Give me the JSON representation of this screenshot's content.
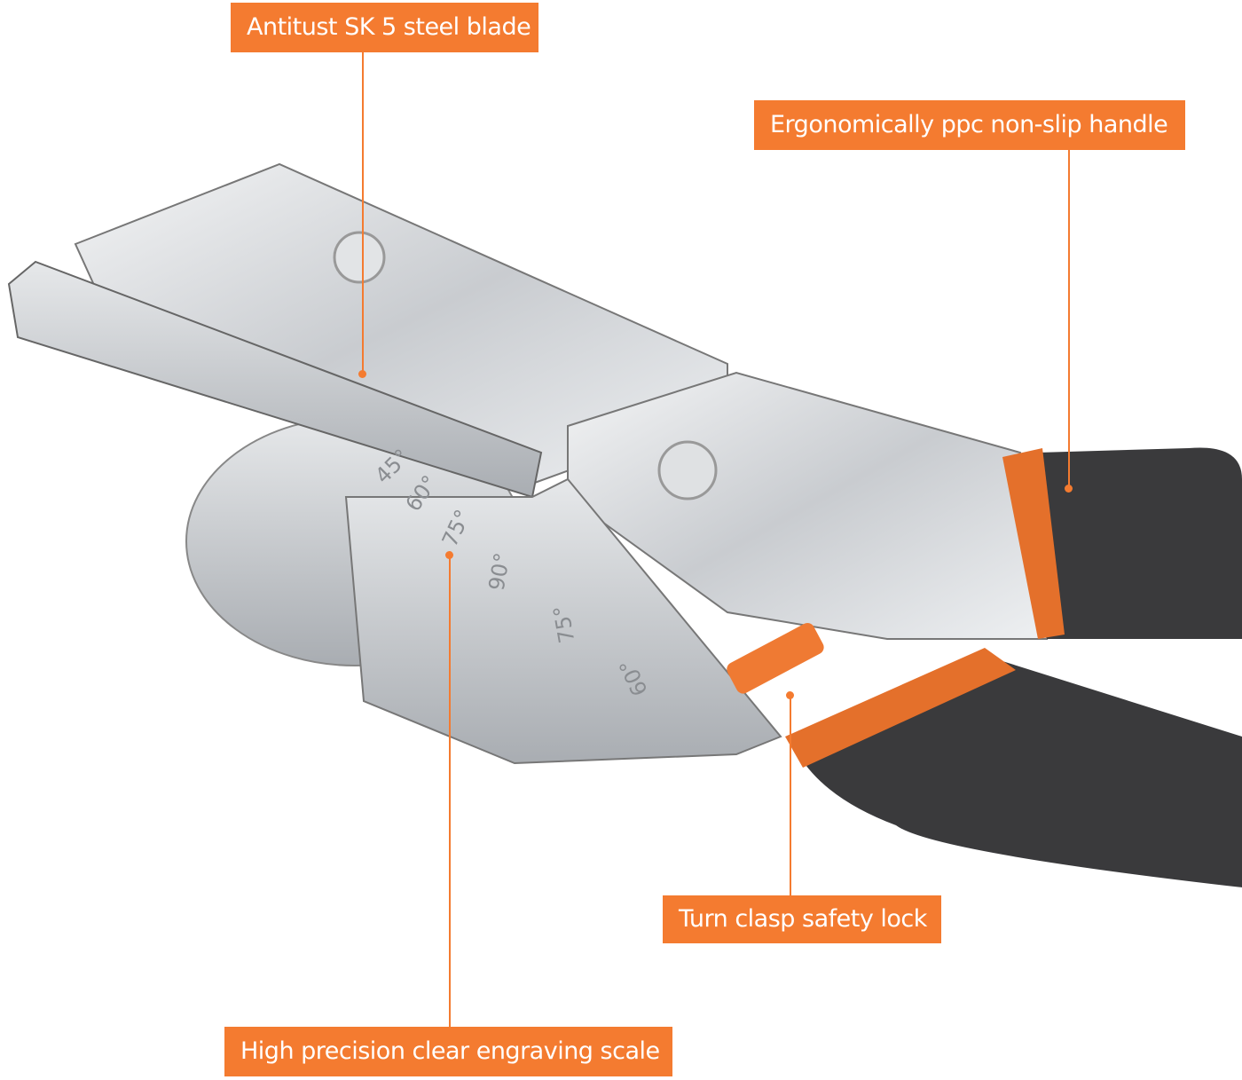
{
  "callouts": {
    "blade": "Antitust SK 5 steel blade",
    "handle": "Ergonomically ppc non-slip handle",
    "lock": "Turn clasp safety lock",
    "scale": "High precision clear engraving scale"
  },
  "scale_marks": [
    "45°",
    "60°",
    "75°",
    "90°",
    "75°",
    "60°"
  ],
  "colors": {
    "accent": "#f47b30",
    "handle": "#3a3a3c",
    "steel": "#d9dcdf"
  }
}
